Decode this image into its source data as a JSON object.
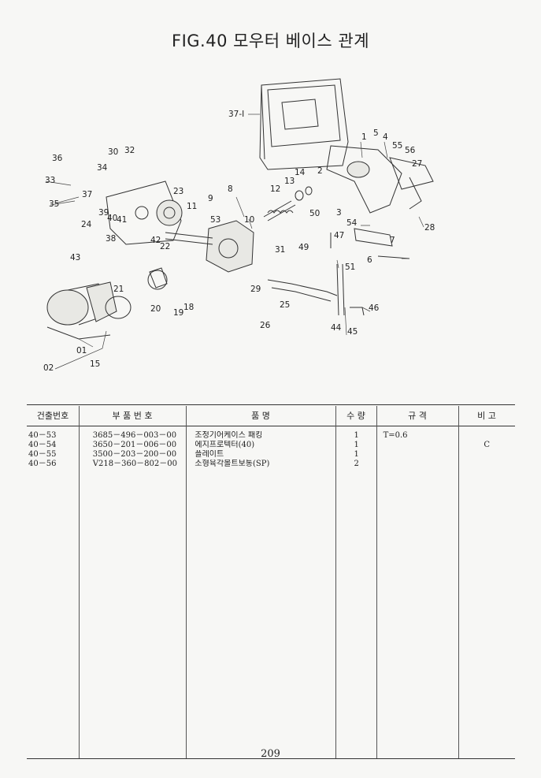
{
  "title": "FIG.40 모우터 베이스 관계",
  "page_number": "209",
  "diagram": {
    "labels": [
      "37-I",
      "1",
      "2",
      "3",
      "4",
      "5",
      "6",
      "7",
      "8",
      "9",
      "10",
      "11",
      "12",
      "13",
      "14",
      "15",
      "18",
      "19",
      "20",
      "21",
      "22",
      "23",
      "24",
      "25",
      "26",
      "27",
      "28",
      "29",
      "30",
      "31",
      "32",
      "33",
      "34",
      "35",
      "36",
      "37",
      "38",
      "39",
      "40",
      "41",
      "42",
      "43",
      "44",
      "45",
      "46",
      "47",
      "49",
      "50",
      "51",
      "53",
      "54",
      "55",
      "56",
      "01",
      "02"
    ]
  },
  "table": {
    "headers": [
      "건출번호",
      "부 품 번 호",
      "품 명",
      "수 량",
      "규 격",
      "비 고"
    ],
    "rows": [
      {
        "no": "40－53",
        "part": "3685－496－003－00",
        "name": "조정기어케이스 패킹",
        "qty": "1",
        "spec": "T=0.6",
        "note": ""
      },
      {
        "no": "40－54",
        "part": "3650－201－006－00",
        "name": "에지프로텍터(40)",
        "qty": "1",
        "spec": "",
        "note": "C"
      },
      {
        "no": "40－55",
        "part": "3500－203－200－00",
        "name": "플레이트",
        "qty": "1",
        "spec": "",
        "note": ""
      },
      {
        "no": "40－56",
        "part": "V218－360－802－00",
        "name": "소형육각볼트보통(SP)",
        "qty": "2",
        "spec": "",
        "note": ""
      }
    ]
  }
}
